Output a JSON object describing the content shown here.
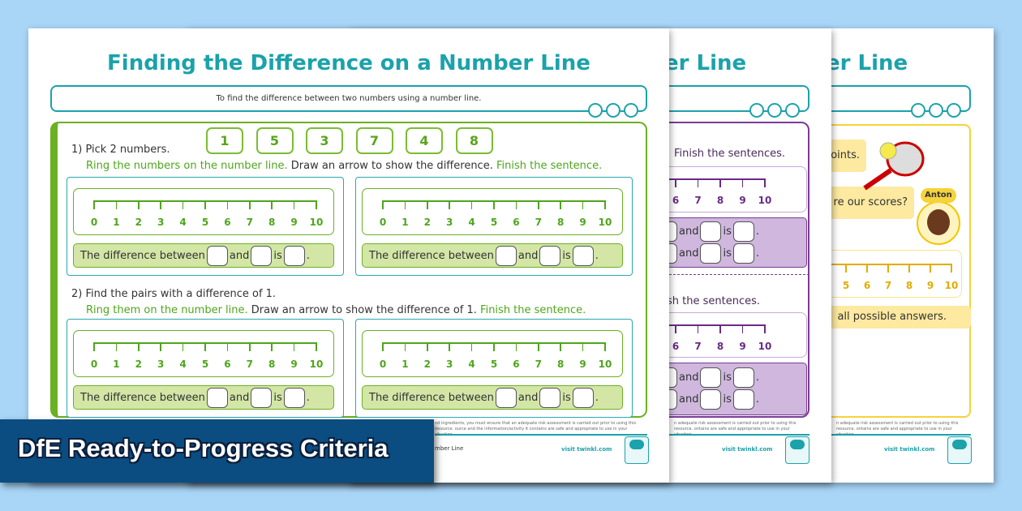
{
  "worksheet1": {
    "title": "Finding the Difference on a Number Line",
    "objective": "To find the difference between two numbers using a number line.",
    "number_cards": [
      "1",
      "5",
      "3",
      "7",
      "4",
      "8"
    ],
    "q1": {
      "label": "1) Pick 2 numbers.",
      "instr_green_1": "Ring the numbers on the number line.",
      "instr_dark": " Draw an arrow to show the difference. ",
      "instr_green_2": "Finish the sentence."
    },
    "q2": {
      "label": "2) Find the pairs with a difference of 1.",
      "instr_green_1": "Ring them on the number line.",
      "instr_dark": " Draw an arrow to show the difference of 1. ",
      "instr_green_2": "Finish the sentence."
    },
    "sentence": {
      "part1": "The difference between",
      "part2": "and",
      "part3": "is",
      "part4": "."
    },
    "number_line": [
      "0",
      "1",
      "2",
      "3",
      "4",
      "5",
      "6",
      "7",
      "8",
      "9",
      "10"
    ],
    "footer_fragment": "mber Line",
    "disclaimer": "nd ingredients, you must ensure that an adequate risk assessment is carried out prior to using this resource. ource and the information/activity it contains are safe and appropriate to use in your situation.",
    "visit": "visit twinkl.com",
    "logo_text": "twinkl"
  },
  "worksheet2": {
    "title_fragment": "er Line",
    "instr_1": "Finish the sentences.",
    "instr_2": "sh the sentences.",
    "number_line": [
      "6",
      "7",
      "8",
      "9",
      "10"
    ],
    "and": "and",
    "is": "is",
    "dot": ".",
    "disclaimer": "n adequate risk assessment is carried out prior to using this resource. ontains are safe and appropriate to use in your situation.",
    "visit": "visit twinkl.com"
  },
  "worksheet3": {
    "title_fragment": "er Line",
    "bubble_1": "oints.",
    "bubble_2": "re our scores?",
    "character_name": "Anton",
    "number_line": [
      "5",
      "6",
      "7",
      "8",
      "9",
      "10"
    ],
    "answer_bar": "all possible answers.",
    "disclaimer": "n adequate risk assessment is carried out prior to using this resource. ontains are safe and appropriate to use in your situation.",
    "visit": "visit twinkl.com"
  },
  "banner": {
    "text": "DfE Ready-to-Progress Criteria",
    "color": "#0b4d80"
  },
  "colors": {
    "teal": "#1ba2ab",
    "green": "#6ab023",
    "purple": "#7b3b94",
    "yellow": "#f2c500",
    "background": "#a9d5f7"
  }
}
